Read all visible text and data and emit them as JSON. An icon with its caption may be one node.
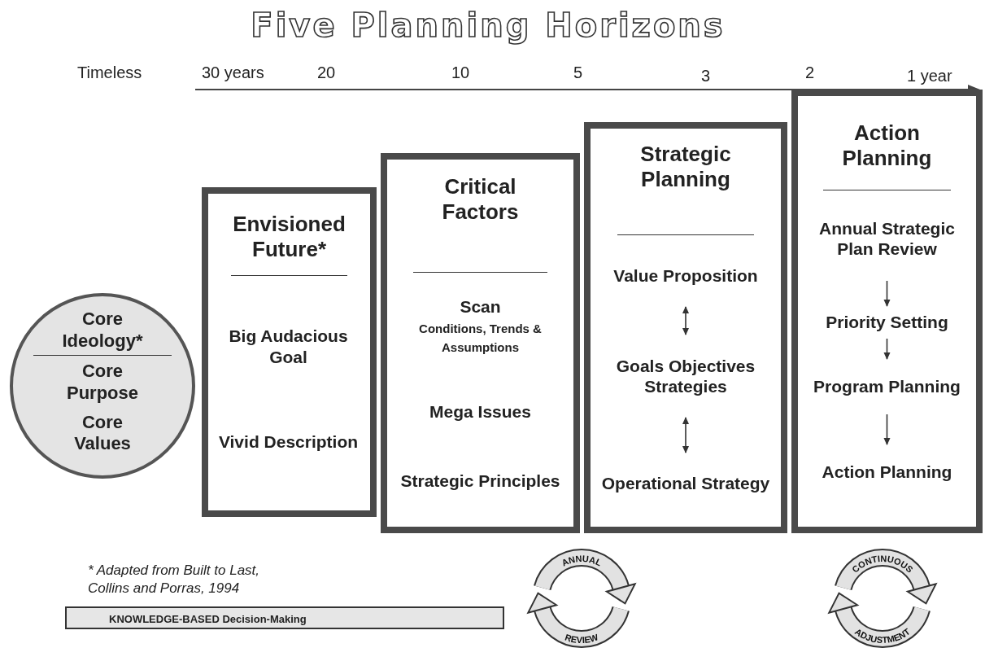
{
  "diagram": {
    "title": "Five Planning Horizons",
    "nodes": [
      {
        "text": [
          "Core Ideology*",
          "Core Purpose",
          "Core Values"
        ]
      },
      {
        "text": [
          "Envisioned Future*"
        ]
      },
      {
        "text": [
          "Big Audacious Goal"
        ],
        "in": 1
      },
      {
        "text": [
          "Vivid Description"
        ],
        "in": 1
      },
      {
        "text": [
          "Critical Factors"
        ]
      },
      {
        "text": [
          "Scan",
          "Conditions, Trends & Assumptions"
        ],
        "in": 4
      },
      {
        "text": [
          "Mega Issues"
        ],
        "in": 4
      },
      {
        "text": [
          "Strategic Principles"
        ],
        "in": 4
      },
      {
        "text": [
          "Strategic Planning"
        ]
      },
      {
        "text": [
          "Value Proposition"
        ],
        "in": 8
      },
      {
        "text": [
          "Goals Objectives Strategies"
        ],
        "in": 8
      },
      {
        "text": [
          "Operational Strategy"
        ],
        "in": 8
      },
      {
        "text": [
          "Action Planning"
        ]
      },
      {
        "text": [
          "Annual Strategic Plan Review"
        ],
        "in": 12
      },
      {
        "text": [
          "Priority Setting"
        ],
        "in": 12
      },
      {
        "text": [
          "Program Planning"
        ],
        "in": 12
      },
      {
        "text": [
          "Action Planning"
        ],
        "in": 12
      },
      {
        "text": [
          "KNOWLEDGE-BASED Decision-Making"
        ]
      },
      {
        "text": [
          "ANNUAL",
          "REVIEW"
        ]
      },
      {
        "text": [
          "CONTINUOUS",
          "ADJUSTMENT"
        ]
      }
    ],
    "edges": [
      {
        "from": 9,
        "to": 10,
        "arrow": "both"
      },
      {
        "from": 10,
        "to": 11,
        "arrow": "both"
      },
      {
        "from": 13,
        "to": 14,
        "arrow": "to"
      },
      {
        "from": 14,
        "to": 15,
        "arrow": "to"
      },
      {
        "from": 15,
        "to": 16,
        "arrow": "to"
      }
    ],
    "labels": [
      "Timeless",
      "30 years",
      "20",
      "10",
      "5",
      "3",
      "2",
      "1 year",
      "* Adapted from Built to Last, Collins and Porras, 1994"
    ]
  }
}
